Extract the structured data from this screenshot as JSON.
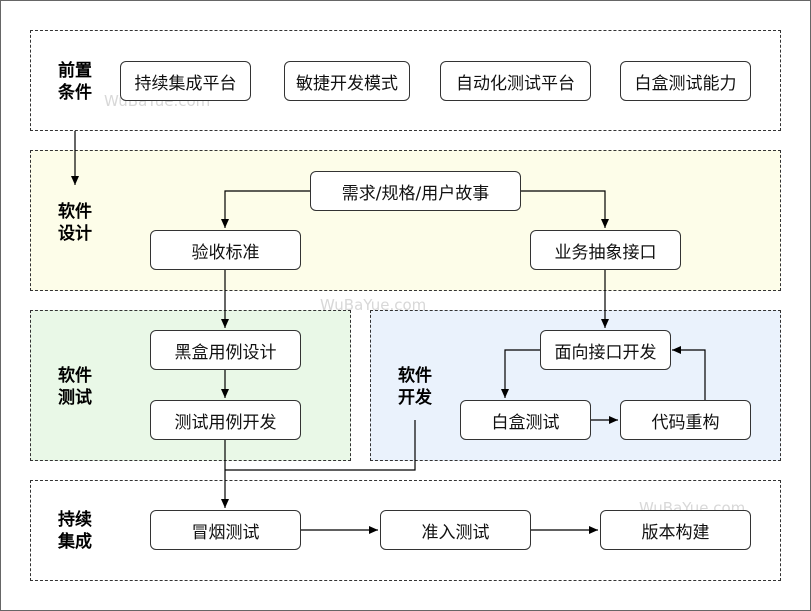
{
  "sections": {
    "prerequisites": {
      "label_line1": "前置",
      "label_line2": "条件"
    },
    "design": {
      "label_line1": "软件",
      "label_line2": "设计"
    },
    "testing": {
      "label_line1": "软件",
      "label_line2": "测试"
    },
    "development": {
      "label_line1": "软件",
      "label_line2": "开发"
    },
    "integration": {
      "label_line1": "持续",
      "label_line2": "集成"
    }
  },
  "nodes": {
    "ci_platform": "持续集成平台",
    "agile_mode": "敏捷开发模式",
    "auto_test_platform": "自动化测试平台",
    "whitebox_ability": "白盒测试能力",
    "requirements": "需求/规格/用户故事",
    "acceptance": "验收标准",
    "business_interface": "业务抽象接口",
    "blackbox_design": "黑盒用例设计",
    "test_case_dev": "测试用例开发",
    "interface_dev": "面向接口开发",
    "whitebox_test": "白盒测试",
    "code_refactor": "代码重构",
    "smoke_test": "冒烟测试",
    "admission_test": "准入测试",
    "version_build": "版本构建"
  },
  "watermark": {
    "text1": "WuBaYue.com",
    "text2": "WuBaYue.com",
    "text3": "WuBaYue.com"
  },
  "colors": {
    "design_bg": "#fdfde9",
    "testing_bg": "#e9f8e7",
    "development_bg": "#eaf2fc",
    "border": "#333333"
  }
}
